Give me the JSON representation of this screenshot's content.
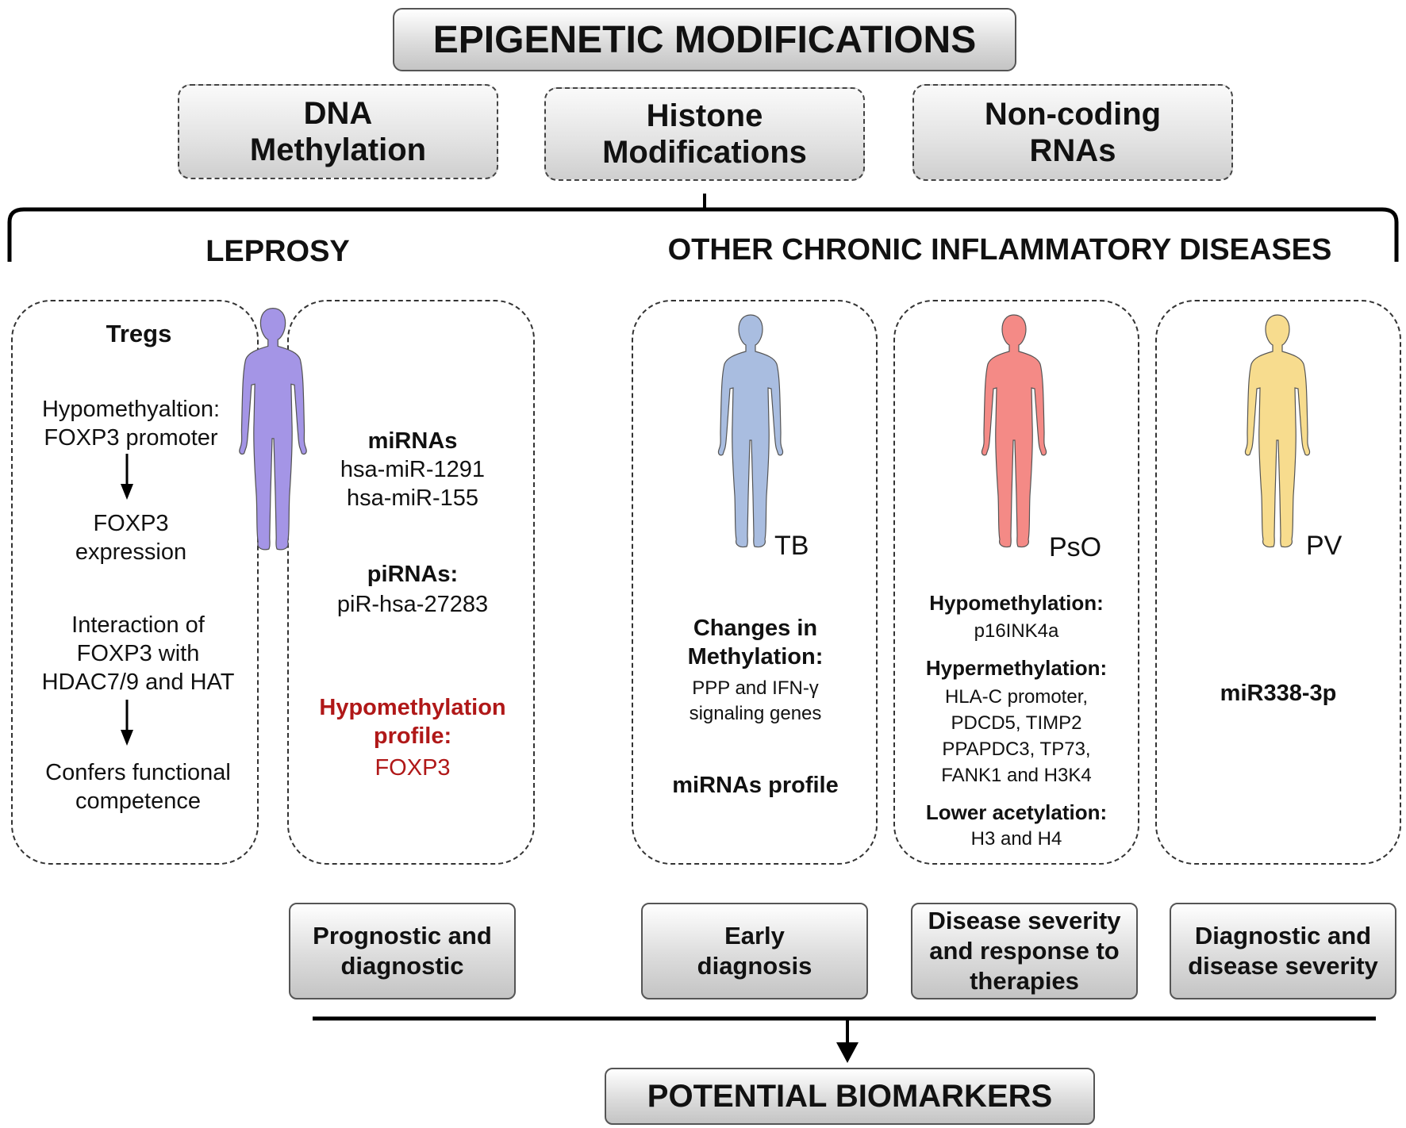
{
  "title": "EPIGENETIC MODIFICATIONS",
  "categories": [
    {
      "line1": "DNA",
      "line2": "Methylation"
    },
    {
      "line1": "Histone",
      "line2": "Modifications"
    },
    {
      "line1": "Non-coding",
      "line2": "RNAs"
    }
  ],
  "sections": {
    "leprosy": "LEPROSY",
    "other": "OTHER CHRONIC INFLAMMATORY DISEASES"
  },
  "tregs_panel": {
    "heading": "Tregs",
    "step1_line1": "Hypomethyaltion:",
    "step1_line2": "FOXP3 promoter",
    "step2_line1": "FOXP3",
    "step2_line2": "expression",
    "step3_line1": "Interaction of",
    "step3_line2": "FOXP3 with",
    "step3_line3": "HDAC7/9 and HAT",
    "step4_line1": "Confers functional",
    "step4_line2": "competence"
  },
  "leprosy_panel": {
    "mirnas_heading": "miRNAs",
    "mirna1": "hsa-miR-1291",
    "mirna2": "hsa-miR-155",
    "pirnas_heading": "piRNAs:",
    "pirna1": "piR-hsa-27283",
    "hypo_line1": "Hypomethylation",
    "hypo_line2": "profile:",
    "hypo_value": "FOXP3"
  },
  "tb_panel": {
    "label": "TB",
    "changes_line1": "Changes in",
    "changes_line2": "Methylation:",
    "genes_line1": "PPP and IFN-γ",
    "genes_line2": "signaling genes",
    "mirnas_profile": "miRNAs profile"
  },
  "pso_panel": {
    "label": "PsO",
    "hypo_heading": "Hypomethylation:",
    "hypo_value": "p16INK4a",
    "hyper_heading": "Hypermethylation:",
    "hyper_line1": "HLA-C promoter,",
    "hyper_line2": "PDCD5, TIMP2",
    "hyper_line3": "PPAPDC3, TP73,",
    "hyper_line4": "FANK1 and H3K4",
    "acet_heading": "Lower acetylation:",
    "acet_value": "H3 and H4"
  },
  "pv_panel": {
    "label": "PV",
    "mirna": "miR338-3p"
  },
  "outcomes": [
    {
      "line1": "Prognostic and",
      "line2": "diagnostic"
    },
    {
      "line1": "Early",
      "line2": "diagnosis"
    },
    {
      "line1": "Disease severity",
      "line2": "and response to",
      "line3": "therapies"
    },
    {
      "line1": "Diagnostic and",
      "line2": "disease severity"
    }
  ],
  "footer": "POTENTIAL BIOMARKERS",
  "colors": {
    "leprosy_figure": "#a495e6",
    "tb_figure": "#a9bde0",
    "pso_figure": "#f48a86",
    "pv_figure": "#f7dc8e",
    "highlight_red": "#b01818"
  },
  "icons": [
    "human-figure-icon",
    "down-arrow-icon"
  ]
}
